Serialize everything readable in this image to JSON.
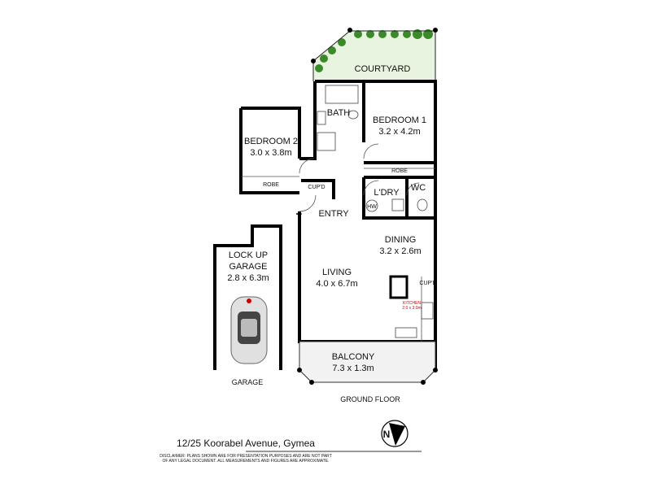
{
  "plan": {
    "rooms": {
      "courtyard": "COURTYARD",
      "bath": "BATH",
      "bedroom1": "BEDROOM 1",
      "bedroom1_size": "3.2 x 4.2m",
      "bedroom2": "BEDROOM 2",
      "bedroom2_size": "3.0 x 3.8m",
      "robe1": "ROBE",
      "robe2": "ROBE",
      "cupd_entry": "CUP'D",
      "laundry": "L'DRY",
      "wc": "WC",
      "hw": "HW",
      "entry": "ENTRY",
      "dining": "DINING",
      "dining_size": "3.2 x 2.6m",
      "living": "LIVING",
      "living_size": "4.0 x 6.7m",
      "cupd_kitchen": "CUP'D",
      "kitchen": "KITCHEN",
      "kitchen_size": "2.0 x 3.0m",
      "balcony": "BALCONY",
      "balcony_size": "7.3 x 1.3m",
      "garage_line1": "LOCK UP",
      "garage_line2": "GARAGE",
      "garage_size": "2.8 x 6.3m"
    },
    "garage_caption": "GARAGE",
    "floor_caption": "GROUND FLOOR",
    "address": "12/25 Koorabel Avenue, Gymea",
    "compass_letter": "N",
    "disclaimer_line1": "DISCLAIMER:  PLANS SHOWN ARE FOR PRESENTATION PURPOSES AND ARE NOT PART",
    "disclaimer_line2": "OF ANY LEGAL DOCUMENT. ALL MEASUREMENTS AND FIGURES ARE APPROXIMATE.",
    "colors": {
      "courtyard": "#e8f3e0",
      "plants": "#3a8a2a",
      "kitchen_label": "#cc0000"
    }
  }
}
